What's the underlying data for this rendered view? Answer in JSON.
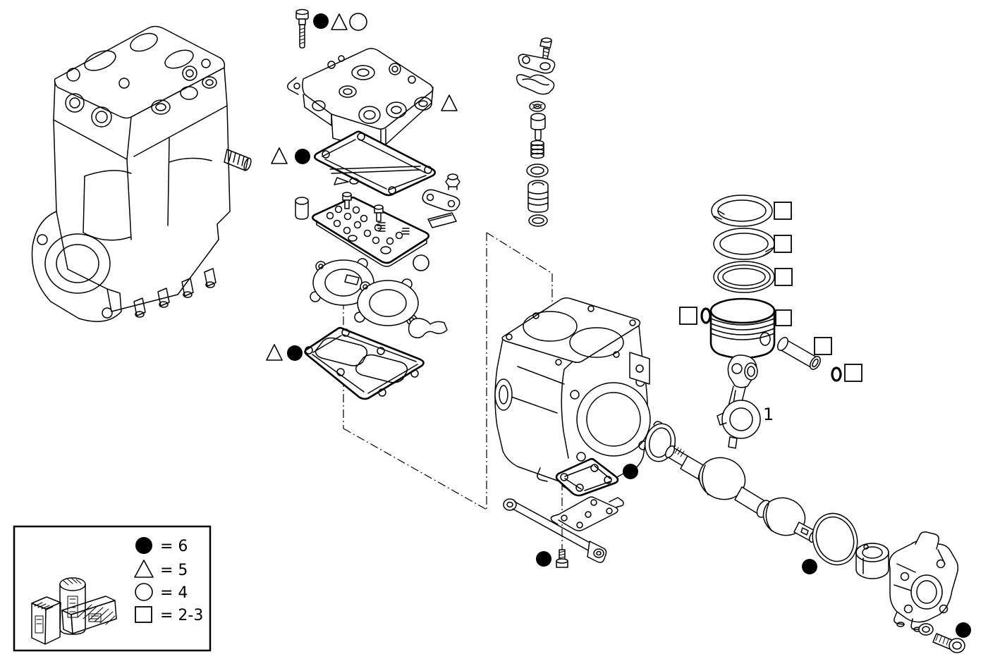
{
  "page": {
    "background": "#ffffff",
    "line_color": "#000000"
  },
  "callouts": {
    "connecting_rod_number": "1"
  },
  "legend": {
    "items": [
      {
        "icon": "filled-circle-icon",
        "label": "= 6"
      },
      {
        "icon": "triangle-icon",
        "label": "= 5"
      },
      {
        "icon": "circle-icon",
        "label": "= 4"
      },
      {
        "icon": "square-icon",
        "label": "= 2-3"
      }
    ]
  }
}
